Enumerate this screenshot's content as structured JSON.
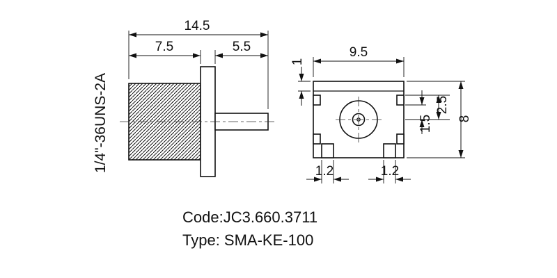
{
  "drawing": {
    "left_view": {
      "thread_spec": "1/4\"-36UNS-2A",
      "dim_total": "14.5",
      "dim_thread_len": "7.5",
      "dim_tab_len": "5.5"
    },
    "right_view": {
      "dim_width": "9.5",
      "dim_top_wall": "1",
      "dim_pin_offset": "1.5",
      "dim_slot_offset": "2.5",
      "dim_height": "8",
      "dim_leg_left": "1.2",
      "dim_leg_right": "1.2"
    },
    "notes": {
      "code": "Code:JC3.660.3711",
      "type": "Type: SMA-KE-100"
    }
  }
}
